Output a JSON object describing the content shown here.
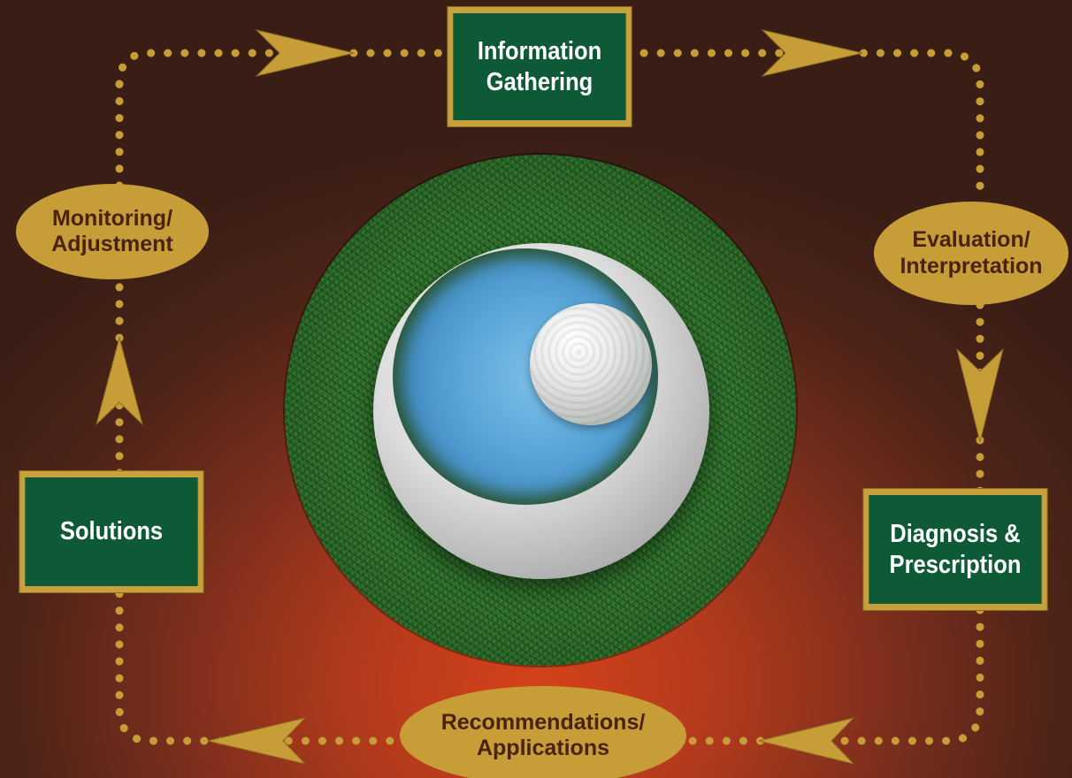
{
  "diagram": {
    "nodes": {
      "information_gathering": "Information\nGathering",
      "evaluation_interpretation": "Evaluation/\nInterpretation",
      "diagnosis_prescription": "Diagnosis &\nPrescription",
      "recommendations_applications": "Recommendations/\nApplications",
      "solutions": "Solutions",
      "monitoring_adjustment": "Monitoring/\nAdjustment"
    },
    "flow_order": [
      "information_gathering",
      "evaluation_interpretation",
      "diagnosis_prescription",
      "recommendations_applications",
      "solutions",
      "monitoring_adjustment"
    ],
    "center_image": "golf-ball-in-cup-photo",
    "colors": {
      "background_dark": "#3a1e16",
      "background_glow": "#d4421a",
      "box_fill": "#0f5a36",
      "box_border": "#c9a13c",
      "oval_fill": "#c69d37",
      "oval_text": "#4a2212",
      "dots_arrows": "#c69d37"
    }
  }
}
